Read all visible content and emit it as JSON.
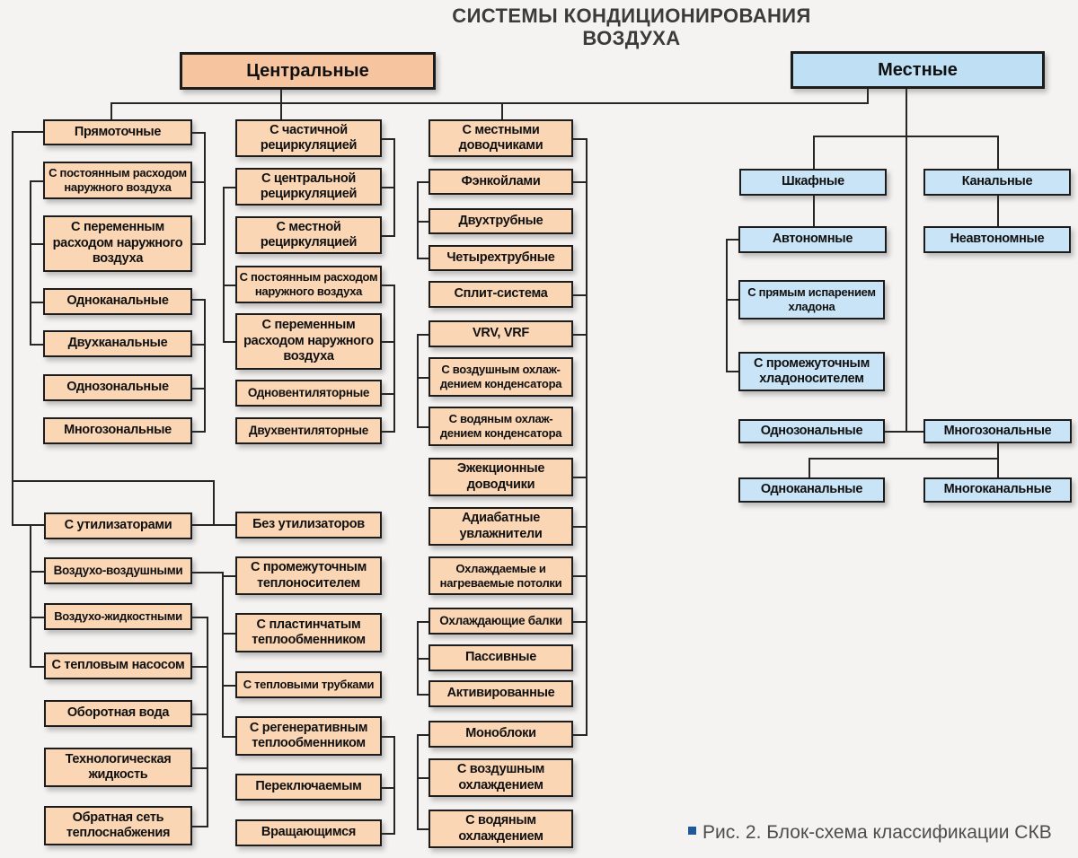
{
  "title": "СИСТЕМЫ КОНДИЦИОНИРОВАНИЯ\nВОЗДУХА",
  "caption": {
    "text": "Рис. 2. Блок-схема классификации СКВ",
    "bullet_color": "#1b5a9b"
  },
  "colors": {
    "central_fill": "#FBD6B4",
    "central_header_fill": "#F6C5A0",
    "local_fill": "#C9E4F7",
    "local_header_fill": "#BFDFF4",
    "border": "#1c1c1c",
    "line": "#262626"
  },
  "nodes": {
    "central_hdr": {
      "label": "Центральные",
      "group": "central-header"
    },
    "local_hdr": {
      "label": "Местные",
      "group": "local-header"
    },
    "pryam": {
      "label": "Прямоточные",
      "group": "central"
    },
    "post_rash1": {
      "label": "С постоянным расходом\nнаружного воздуха",
      "group": "central"
    },
    "perem_rash1": {
      "label": "С переменным\nрасходом наружного\nвоздуха",
      "group": "central"
    },
    "odnokan1": {
      "label": "Одноканальные",
      "group": "central"
    },
    "dvuhkan1": {
      "label": "Двухканальные",
      "group": "central"
    },
    "odnozon1": {
      "label": "Однозональные",
      "group": "central"
    },
    "mnogozon1": {
      "label": "Многозональные",
      "group": "central"
    },
    "util": {
      "label": "С утилизаторами",
      "group": "central"
    },
    "vozduh_vozduh": {
      "label": "Воздухо-воздушными",
      "group": "central"
    },
    "vozduh_zhidk": {
      "label": "Воздухо-жидкостными",
      "group": "central"
    },
    "tepl_nasos": {
      "label": "С тепловым насосом",
      "group": "central"
    },
    "oborot_voda": {
      "label": "Оборотная вода",
      "group": "central"
    },
    "tehn_zhidk": {
      "label": "Технологическая\nжидкость",
      "group": "central"
    },
    "obrat_set": {
      "label": "Обратная сеть\nтеплоснабжения",
      "group": "central"
    },
    "chast_recirc": {
      "label": "С частичной\nрециркуляцией",
      "group": "central"
    },
    "centr_recirc": {
      "label": "С центральной\nрециркуляцией",
      "group": "central"
    },
    "mestn_recirc": {
      "label": "С местной\nрециркуляцией",
      "group": "central"
    },
    "post_rash2": {
      "label": "С постоянным расходом\nнаружного воздуха",
      "group": "central"
    },
    "perem_rash2": {
      "label": "С переменным\nрасходом наружного\nвоздуха",
      "group": "central"
    },
    "odnovent": {
      "label": "Одновентиляторные",
      "group": "central"
    },
    "dvuhvent": {
      "label": "Двухвентиляторные",
      "group": "central"
    },
    "bez_util": {
      "label": "Без утилизаторов",
      "group": "central"
    },
    "promezh_teplonos": {
      "label": "С промежуточным\nтеплоносителем",
      "group": "central"
    },
    "plastin": {
      "label": "С пластинчатым\nтеплообменником",
      "group": "central"
    },
    "tepl_trubki": {
      "label": "С тепловыми трубками",
      "group": "central"
    },
    "regen": {
      "label": "С регенеративным\nтеплообменником",
      "group": "central"
    },
    "perekl": {
      "label": "Переключаемым",
      "group": "central"
    },
    "vrash": {
      "label": "Вращающимся",
      "group": "central"
    },
    "mestn_dovod": {
      "label": "С местными\nдоводчиками",
      "group": "central"
    },
    "fancoil": {
      "label": "Фэнкойлами",
      "group": "central"
    },
    "dvuhtrub": {
      "label": "Двухтрубные",
      "group": "central"
    },
    "chetyreh": {
      "label": "Четырехтрубные",
      "group": "central"
    },
    "split": {
      "label": "Сплит-система",
      "group": "central"
    },
    "vrv": {
      "label": "VRV, VRF",
      "group": "central"
    },
    "vozd_ohl_kond": {
      "label": "С воздушным охлаж-\nдением конденсатора",
      "group": "central"
    },
    "vod_ohl_kond": {
      "label": "С водяным охлаж-\nдением конденсатора",
      "group": "central"
    },
    "ezhekc": {
      "label": "Эжекционные\nдоводчики",
      "group": "central"
    },
    "adiabat": {
      "label": "Адиабатные\nувлажнители",
      "group": "central"
    },
    "potolki": {
      "label": "Охлаждаемые и\nнагреваемые потолки",
      "group": "central"
    },
    "balki": {
      "label": "Охлаждающие балки",
      "group": "central"
    },
    "passiv": {
      "label": "Пассивные",
      "group": "central"
    },
    "aktiv": {
      "label": "Активированные",
      "group": "central"
    },
    "monoblok": {
      "label": "Моноблоки",
      "group": "central"
    },
    "vozd_ohl": {
      "label": "С воздушным\nохлаждением",
      "group": "central"
    },
    "vod_ohl": {
      "label": "С водяным\nохлаждением",
      "group": "central"
    },
    "shkaf": {
      "label": "Шкафные",
      "group": "local"
    },
    "kanal": {
      "label": "Канальные",
      "group": "local"
    },
    "avton": {
      "label": "Автономные",
      "group": "local"
    },
    "neavton": {
      "label": "Неавтономные",
      "group": "local"
    },
    "pryam_ispar": {
      "label": "С прямым испарением\nхладона",
      "group": "local"
    },
    "promezh_hlad": {
      "label": "С промежуточным\nхладоносителем",
      "group": "local"
    },
    "odnozon2": {
      "label": "Однозональные",
      "group": "local"
    },
    "mnogozon2": {
      "label": "Многозональные",
      "group": "local"
    },
    "odnokan2": {
      "label": "Одноканальные",
      "group": "local"
    },
    "mnogokan2": {
      "label": "Многоканальные",
      "group": "local"
    }
  }
}
